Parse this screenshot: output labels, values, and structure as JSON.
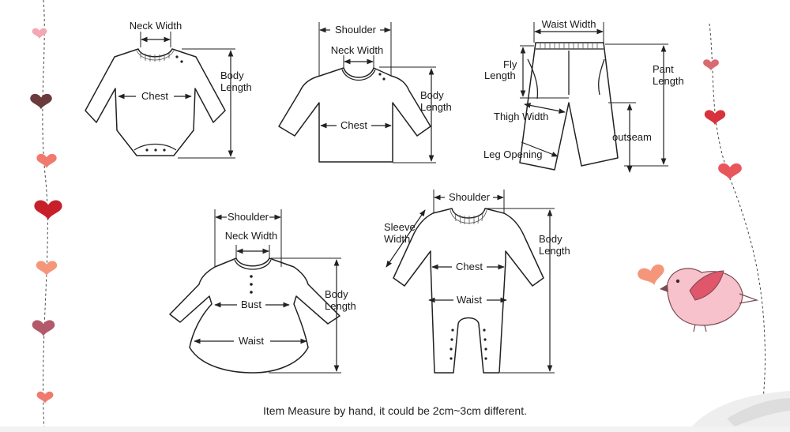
{
  "labels": {
    "bodysuit": {
      "neck_width": "Neck Width",
      "chest": "Chest",
      "body_length": [
        "Body",
        "Length"
      ]
    },
    "sweater": {
      "shoulder": "Shoulder",
      "neck_width": "Neck Width",
      "chest": "Chest",
      "body_length": [
        "Body",
        "Length"
      ]
    },
    "pants": {
      "waist_width": "Waist Width",
      "fly_length": [
        "Fly",
        "Length"
      ],
      "pant_length": [
        "Pant",
        "Length"
      ],
      "thigh_width": "Thigh Width",
      "outseam": "outseam",
      "leg_opening": "Leg Opening"
    },
    "dress": {
      "shoulder": "Shoulder",
      "neck_width": "Neck Width",
      "bust": "Bust",
      "waist": "Waist",
      "body_length": [
        "Body",
        "Length"
      ]
    },
    "romper": {
      "shoulder": "Shoulder",
      "sleeve_width": [
        "Sleeve",
        "Width"
      ],
      "chest": "Chest",
      "waist": "Waist",
      "body_length": [
        "Body",
        "Length"
      ]
    }
  },
  "note": "Item Measure by hand, it could be 2cm~3cm different.",
  "colors": {
    "line": "#222222",
    "heart_pink_light": "#f4a7b4",
    "heart_brown": "#6b3b3b",
    "heart_coral": "#f07a6e",
    "heart_red": "#c8202a",
    "heart_peach": "#f5967a",
    "heart_mauve": "#b25a6a",
    "bird_body": "#f7c2cb",
    "bird_wing": "#e0566a"
  }
}
